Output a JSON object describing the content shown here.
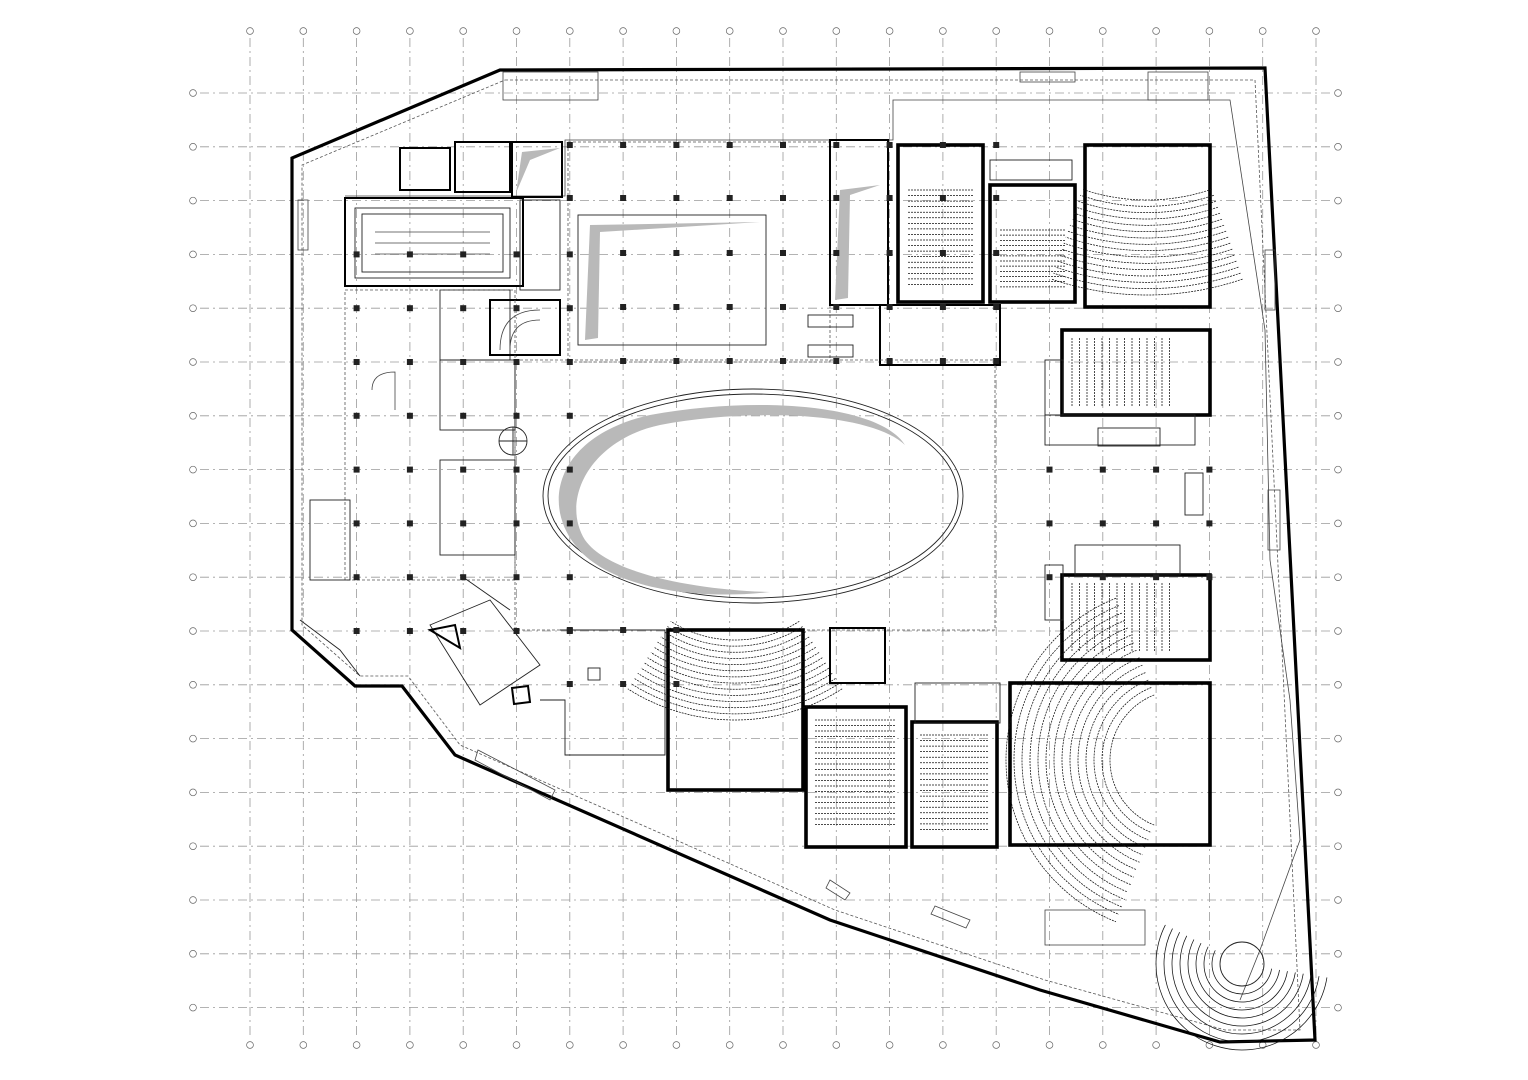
{
  "drawing": {
    "kind": "architectural floor plan",
    "colors": {
      "background": "#ffffff",
      "wall": "#000000",
      "grid": "#9a9a9a",
      "ramp": "#b9b9b9"
    },
    "grid_axes": {
      "vertical_count": 21,
      "horizontal_count": 18,
      "label_text": ""
    },
    "rooms": [
      {
        "id": "pool"
      },
      {
        "id": "atrium-oval"
      },
      {
        "id": "upper-hall"
      },
      {
        "id": "auditorium-1"
      },
      {
        "id": "auditorium-2"
      },
      {
        "id": "auditorium-3"
      },
      {
        "id": "auditorium-4"
      },
      {
        "id": "auditorium-5"
      },
      {
        "id": "auditorium-6"
      },
      {
        "id": "auditorium-7"
      },
      {
        "id": "auditorium-8"
      },
      {
        "id": "auditorium-9"
      },
      {
        "id": "amphitheatre"
      }
    ]
  }
}
